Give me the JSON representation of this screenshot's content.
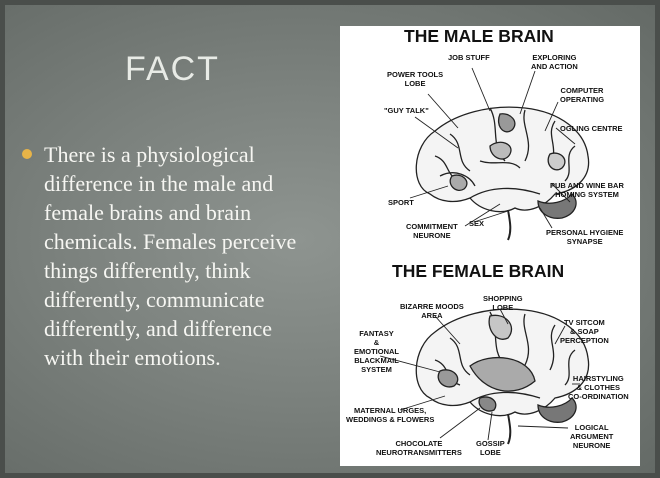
{
  "slide": {
    "title": "FACT",
    "bullet_lines": [
      "There is a physiological",
      "difference in the male and",
      "female brains and brain",
      "chemicals.  Females perceive",
      "things differently, think",
      "differently, communicate",
      "differently, and difference",
      "with their emotions."
    ],
    "bullet_color": "#e8b448"
  },
  "male_brain": {
    "title": "THE MALE BRAIN",
    "labels": {
      "job_stuff": "JOB STUFF",
      "exploring_1": "EXPLORING",
      "exploring_2": "AND ACTION",
      "power_1": "POWER TOOLS",
      "power_2": "LOBE",
      "computer_1": "COMPUTER",
      "computer_2": "OPERATING",
      "guy_talk": "\"GUY TALK\"",
      "ogling": "OGLING CENTRE",
      "pub_1": "PUB AND WINE BAR",
      "pub_2": "HOMING SYSTEM",
      "sport": "SPORT",
      "commitment_1": "COMMITMENT",
      "commitment_2": "NEURONE",
      "sex": "SEX",
      "hygiene_1": "PERSONAL HYGIENE",
      "hygiene_2": "SYNAPSE"
    }
  },
  "female_brain": {
    "title": "THE FEMALE BRAIN",
    "labels": {
      "shopping_1": "SHOPPING",
      "shopping_2": "LOBE",
      "bizarre_1": "BIZARRE MOODS",
      "bizarre_2": "AREA",
      "tv_1": "TV SITCOM",
      "tv_2": "& SOAP",
      "tv_3": "PERCEPTION",
      "fantasy_1": "FANTASY",
      "fantasy_2": "&",
      "fantasy_3": "EMOTIONAL",
      "fantasy_4": "BLACKMAIL",
      "fantasy_5": "SYSTEM",
      "hair_1": "HAIRSTYLING",
      "hair_2": "& CLOTHES",
      "hair_3": "CO-ORDINATION",
      "maternal_1": "MATERNAL URGES,",
      "maternal_2": "WEDDINGS & FLOWERS",
      "logical_1": "LOGICAL",
      "logical_2": "ARGUMENT",
      "logical_3": "NEURONE",
      "chocolate_1": "CHOCOLATE",
      "chocolate_2": "NEUROTRANSMITTERS",
      "gossip_1": "GOSSIP",
      "gossip_2": "LOBE"
    }
  }
}
